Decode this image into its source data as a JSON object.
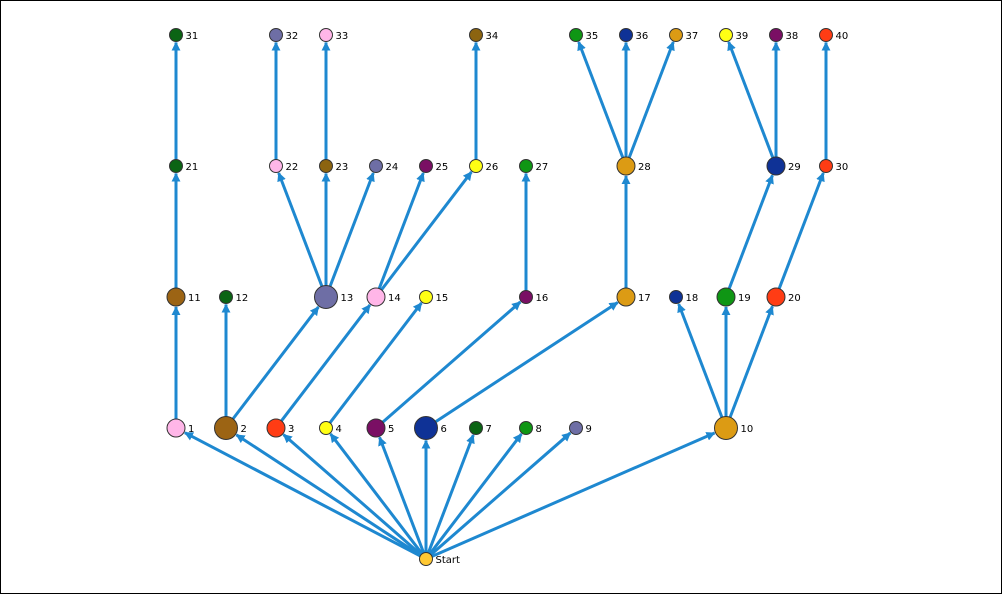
{
  "colors": {
    "edge": "#1E88D0",
    "node_stroke": "#333333",
    "pink": "#FFB6E8",
    "brown": "#9C6414",
    "darkbrown": "#8C6410",
    "green_dark": "#0B6414",
    "green": "#0F9614",
    "red": "#FF3C14",
    "yellow": "#FFFF14",
    "purple": "#7A0F64",
    "navy": "#0F3296",
    "slate": "#6E6EA5",
    "gold": "#DC9B14",
    "gold_light": "#FFC832"
  },
  "nodes": [
    {
      "id": "start",
      "label": "Start",
      "color": "gold_light",
      "size": "s"
    },
    {
      "id": "n1",
      "label": "1",
      "color": "pink",
      "size": "m"
    },
    {
      "id": "n2",
      "label": "2",
      "color": "brown",
      "size": "l"
    },
    {
      "id": "n3",
      "label": "3",
      "color": "red",
      "size": "m"
    },
    {
      "id": "n4",
      "label": "4",
      "color": "yellow",
      "size": "s"
    },
    {
      "id": "n5",
      "label": "5",
      "color": "purple",
      "size": "m"
    },
    {
      "id": "n6",
      "label": "6",
      "color": "navy",
      "size": "l"
    },
    {
      "id": "n7",
      "label": "7",
      "color": "green_dark",
      "size": "s"
    },
    {
      "id": "n8",
      "label": "8",
      "color": "green",
      "size": "s"
    },
    {
      "id": "n9",
      "label": "9",
      "color": "slate",
      "size": "s"
    },
    {
      "id": "n10",
      "label": "10",
      "color": "gold",
      "size": "l"
    },
    {
      "id": "n11",
      "label": "11",
      "color": "brown",
      "size": "m"
    },
    {
      "id": "n12",
      "label": "12",
      "color": "green_dark",
      "size": "s"
    },
    {
      "id": "n13",
      "label": "13",
      "color": "slate",
      "size": "l"
    },
    {
      "id": "n14",
      "label": "14",
      "color": "pink",
      "size": "m"
    },
    {
      "id": "n15",
      "label": "15",
      "color": "yellow",
      "size": "s"
    },
    {
      "id": "n16",
      "label": "16",
      "color": "purple",
      "size": "s"
    },
    {
      "id": "n17",
      "label": "17",
      "color": "gold",
      "size": "m"
    },
    {
      "id": "n18",
      "label": "18",
      "color": "navy",
      "size": "s"
    },
    {
      "id": "n19",
      "label": "19",
      "color": "green",
      "size": "m"
    },
    {
      "id": "n20",
      "label": "20",
      "color": "red",
      "size": "m"
    },
    {
      "id": "n21",
      "label": "21",
      "color": "green_dark",
      "size": "s"
    },
    {
      "id": "n22",
      "label": "22",
      "color": "pink",
      "size": "s"
    },
    {
      "id": "n23",
      "label": "23",
      "color": "darkbrown",
      "size": "s"
    },
    {
      "id": "n24",
      "label": "24",
      "color": "slate",
      "size": "s"
    },
    {
      "id": "n25",
      "label": "25",
      "color": "purple",
      "size": "s"
    },
    {
      "id": "n26",
      "label": "26",
      "color": "yellow",
      "size": "s"
    },
    {
      "id": "n27",
      "label": "27",
      "color": "green",
      "size": "s"
    },
    {
      "id": "n28",
      "label": "28",
      "color": "gold",
      "size": "m"
    },
    {
      "id": "n29",
      "label": "29",
      "color": "navy",
      "size": "m"
    },
    {
      "id": "n30",
      "label": "30",
      "color": "red",
      "size": "s"
    },
    {
      "id": "n31",
      "label": "31",
      "color": "green_dark",
      "size": "s"
    },
    {
      "id": "n32",
      "label": "32",
      "color": "slate",
      "size": "s"
    },
    {
      "id": "n33",
      "label": "33",
      "color": "pink",
      "size": "s"
    },
    {
      "id": "n34",
      "label": "34",
      "color": "darkbrown",
      "size": "s"
    },
    {
      "id": "n35",
      "label": "35",
      "color": "green",
      "size": "s"
    },
    {
      "id": "n36",
      "label": "36",
      "color": "navy",
      "size": "s"
    },
    {
      "id": "n37",
      "label": "37",
      "color": "gold",
      "size": "s"
    },
    {
      "id": "n38",
      "label": "38",
      "color": "purple",
      "size": "s"
    },
    {
      "id": "n39",
      "label": "39",
      "color": "yellow",
      "size": "s"
    },
    {
      "id": "n40",
      "label": "40",
      "color": "red",
      "size": "s"
    }
  ],
  "edges": [
    [
      "start",
      "n1"
    ],
    [
      "start",
      "n2"
    ],
    [
      "start",
      "n3"
    ],
    [
      "start",
      "n4"
    ],
    [
      "start",
      "n5"
    ],
    [
      "start",
      "n6"
    ],
    [
      "start",
      "n7"
    ],
    [
      "start",
      "n8"
    ],
    [
      "start",
      "n9"
    ],
    [
      "start",
      "n10"
    ],
    [
      "n1",
      "n11"
    ],
    [
      "n2",
      "n12"
    ],
    [
      "n2",
      "n13"
    ],
    [
      "n3",
      "n14"
    ],
    [
      "n4",
      "n15"
    ],
    [
      "n5",
      "n16"
    ],
    [
      "n6",
      "n17"
    ],
    [
      "n10",
      "n18"
    ],
    [
      "n10",
      "n19"
    ],
    [
      "n10",
      "n20"
    ],
    [
      "n11",
      "n21"
    ],
    [
      "n13",
      "n22"
    ],
    [
      "n13",
      "n23"
    ],
    [
      "n13",
      "n24"
    ],
    [
      "n14",
      "n25"
    ],
    [
      "n14",
      "n26"
    ],
    [
      "n16",
      "n27"
    ],
    [
      "n17",
      "n28"
    ],
    [
      "n19",
      "n29"
    ],
    [
      "n20",
      "n30"
    ],
    [
      "n21",
      "n31"
    ],
    [
      "n22",
      "n32"
    ],
    [
      "n23",
      "n33"
    ],
    [
      "n26",
      "n34"
    ],
    [
      "n28",
      "n35"
    ],
    [
      "n28",
      "n36"
    ],
    [
      "n28",
      "n37"
    ],
    [
      "n29",
      "n39"
    ],
    [
      "n29",
      "n38"
    ],
    [
      "n30",
      "n40"
    ]
  ]
}
